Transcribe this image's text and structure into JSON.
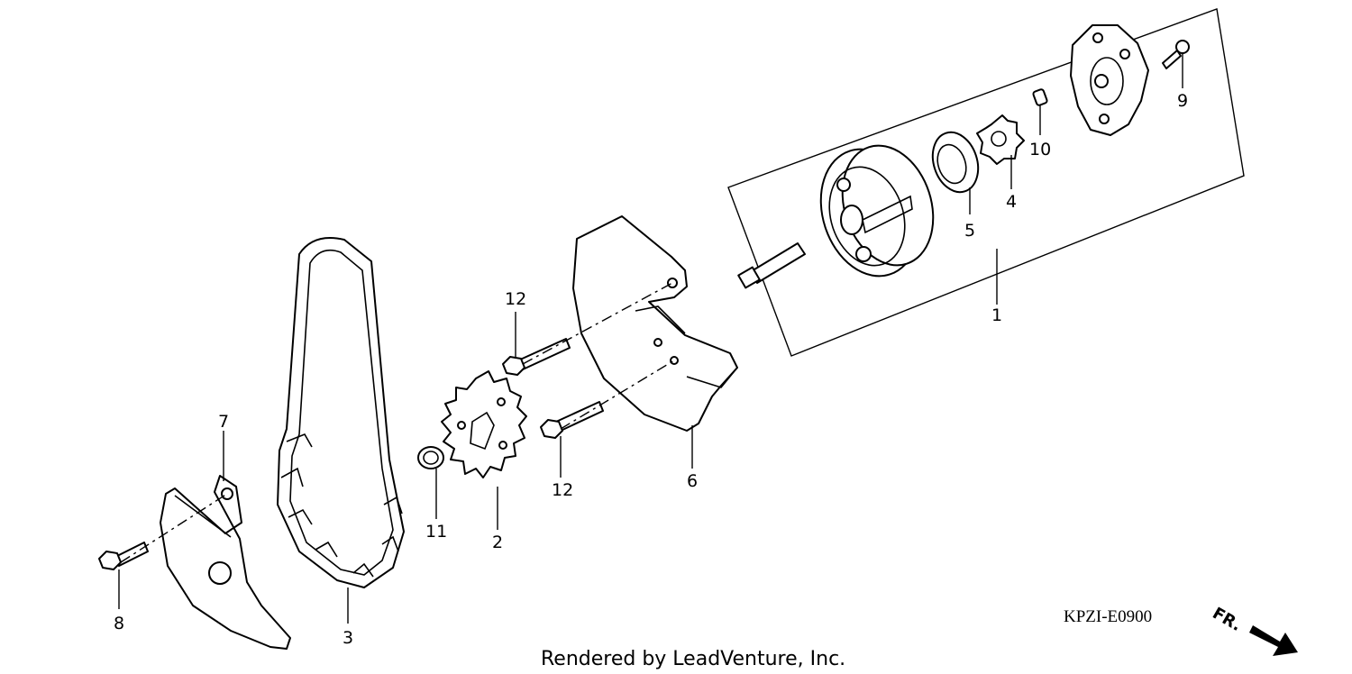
{
  "diagram": {
    "callouts": {
      "c1": "1",
      "c2": "2",
      "c3": "3",
      "c4": "4",
      "c5": "5",
      "c6": "6",
      "c7": "7",
      "c8": "8",
      "c9": "9",
      "c10": "10",
      "c11": "11",
      "c12a": "12",
      "c12b": "12"
    },
    "diagram_code": "KPZI-E0900",
    "front_indicator": "FR.",
    "footer": "Rendered by LeadVenture, Inc."
  }
}
